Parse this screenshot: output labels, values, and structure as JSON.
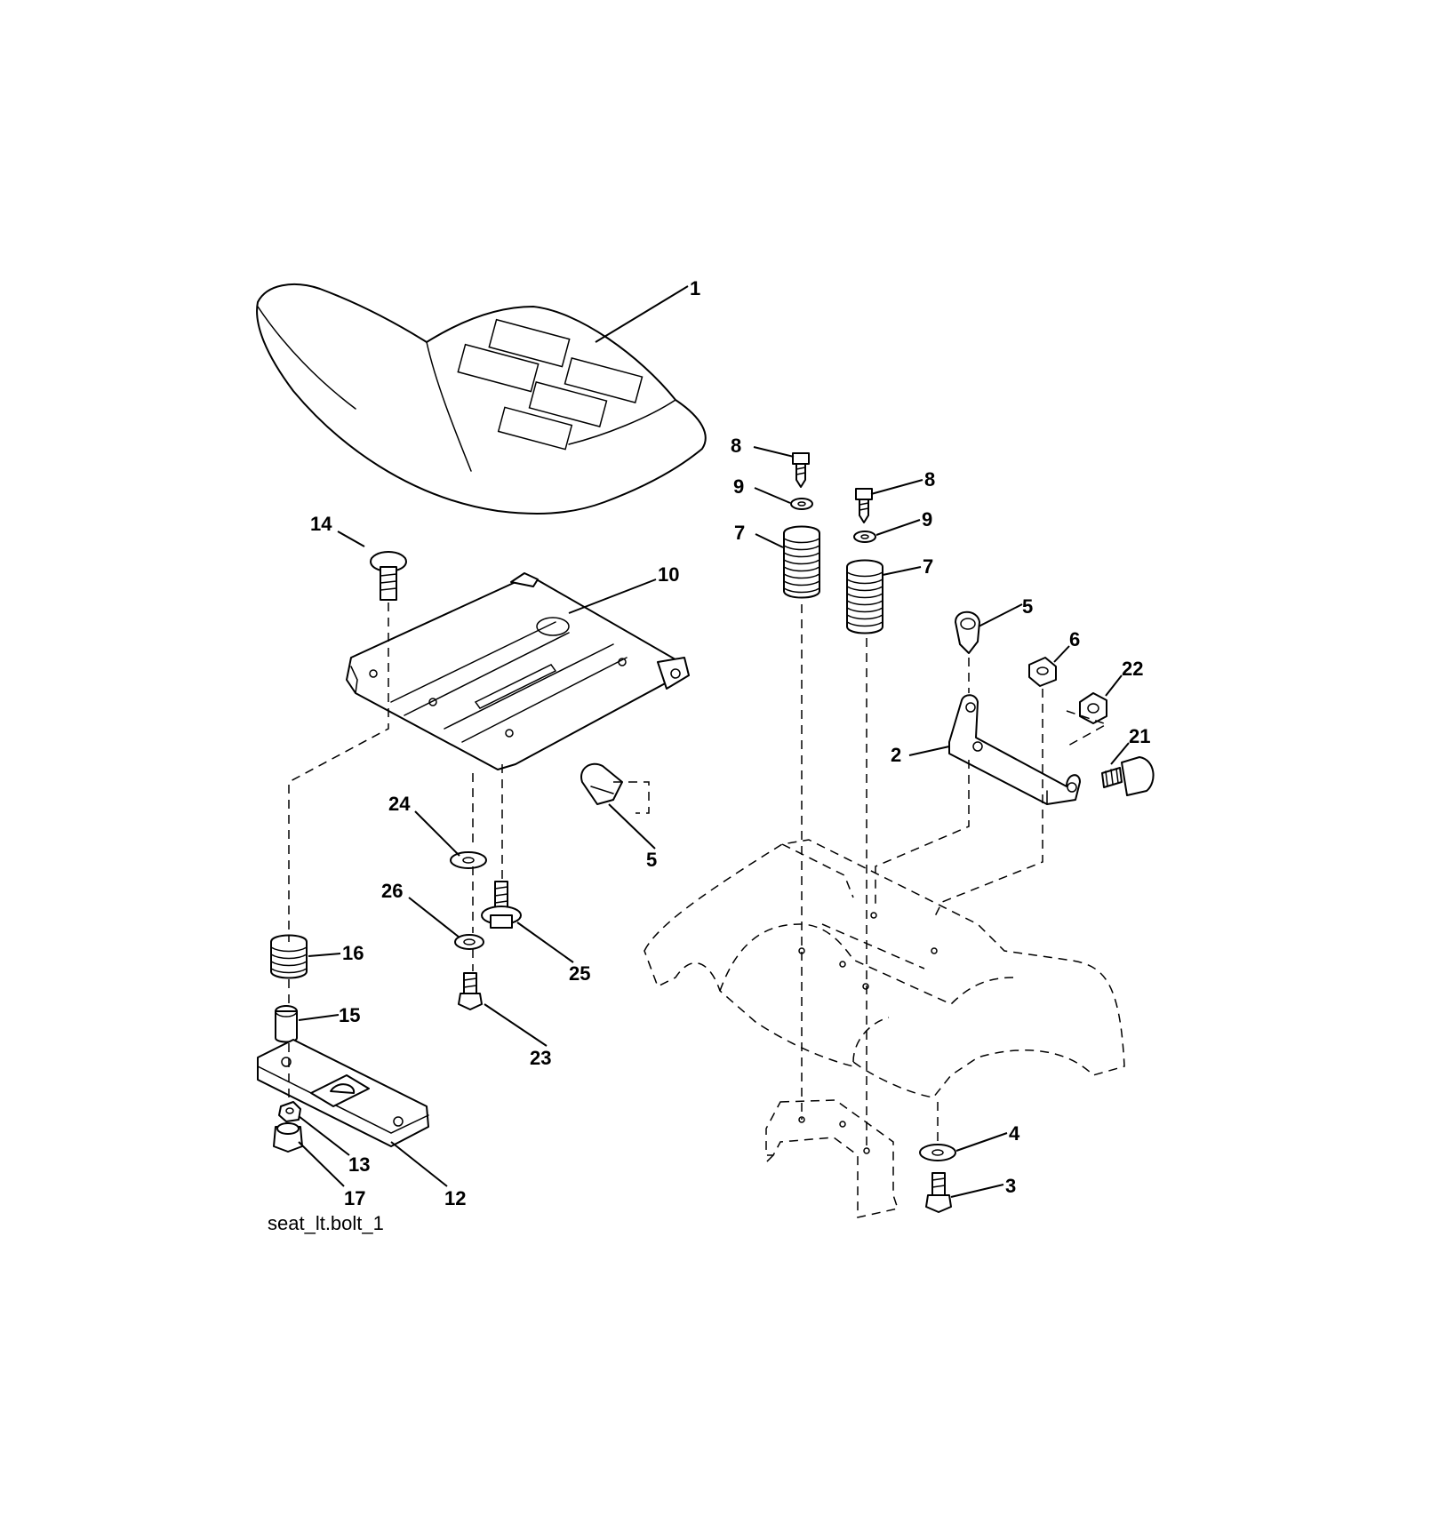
{
  "caption": "seat_lt.bolt_1",
  "callouts": {
    "c1": "1",
    "c2": "2",
    "c3": "3",
    "c4": "4",
    "c5a": "5",
    "c5b": "5",
    "c6": "6",
    "c7a": "7",
    "c7b": "7",
    "c8a": "8",
    "c8b": "8",
    "c9a": "9",
    "c9b": "9",
    "c10": "10",
    "c12": "12",
    "c13": "13",
    "c14": "14",
    "c15": "15",
    "c16": "16",
    "c17": "17",
    "c21": "21",
    "c22": "22",
    "c23": "23",
    "c24": "24",
    "c25": "25",
    "c26": "26"
  }
}
